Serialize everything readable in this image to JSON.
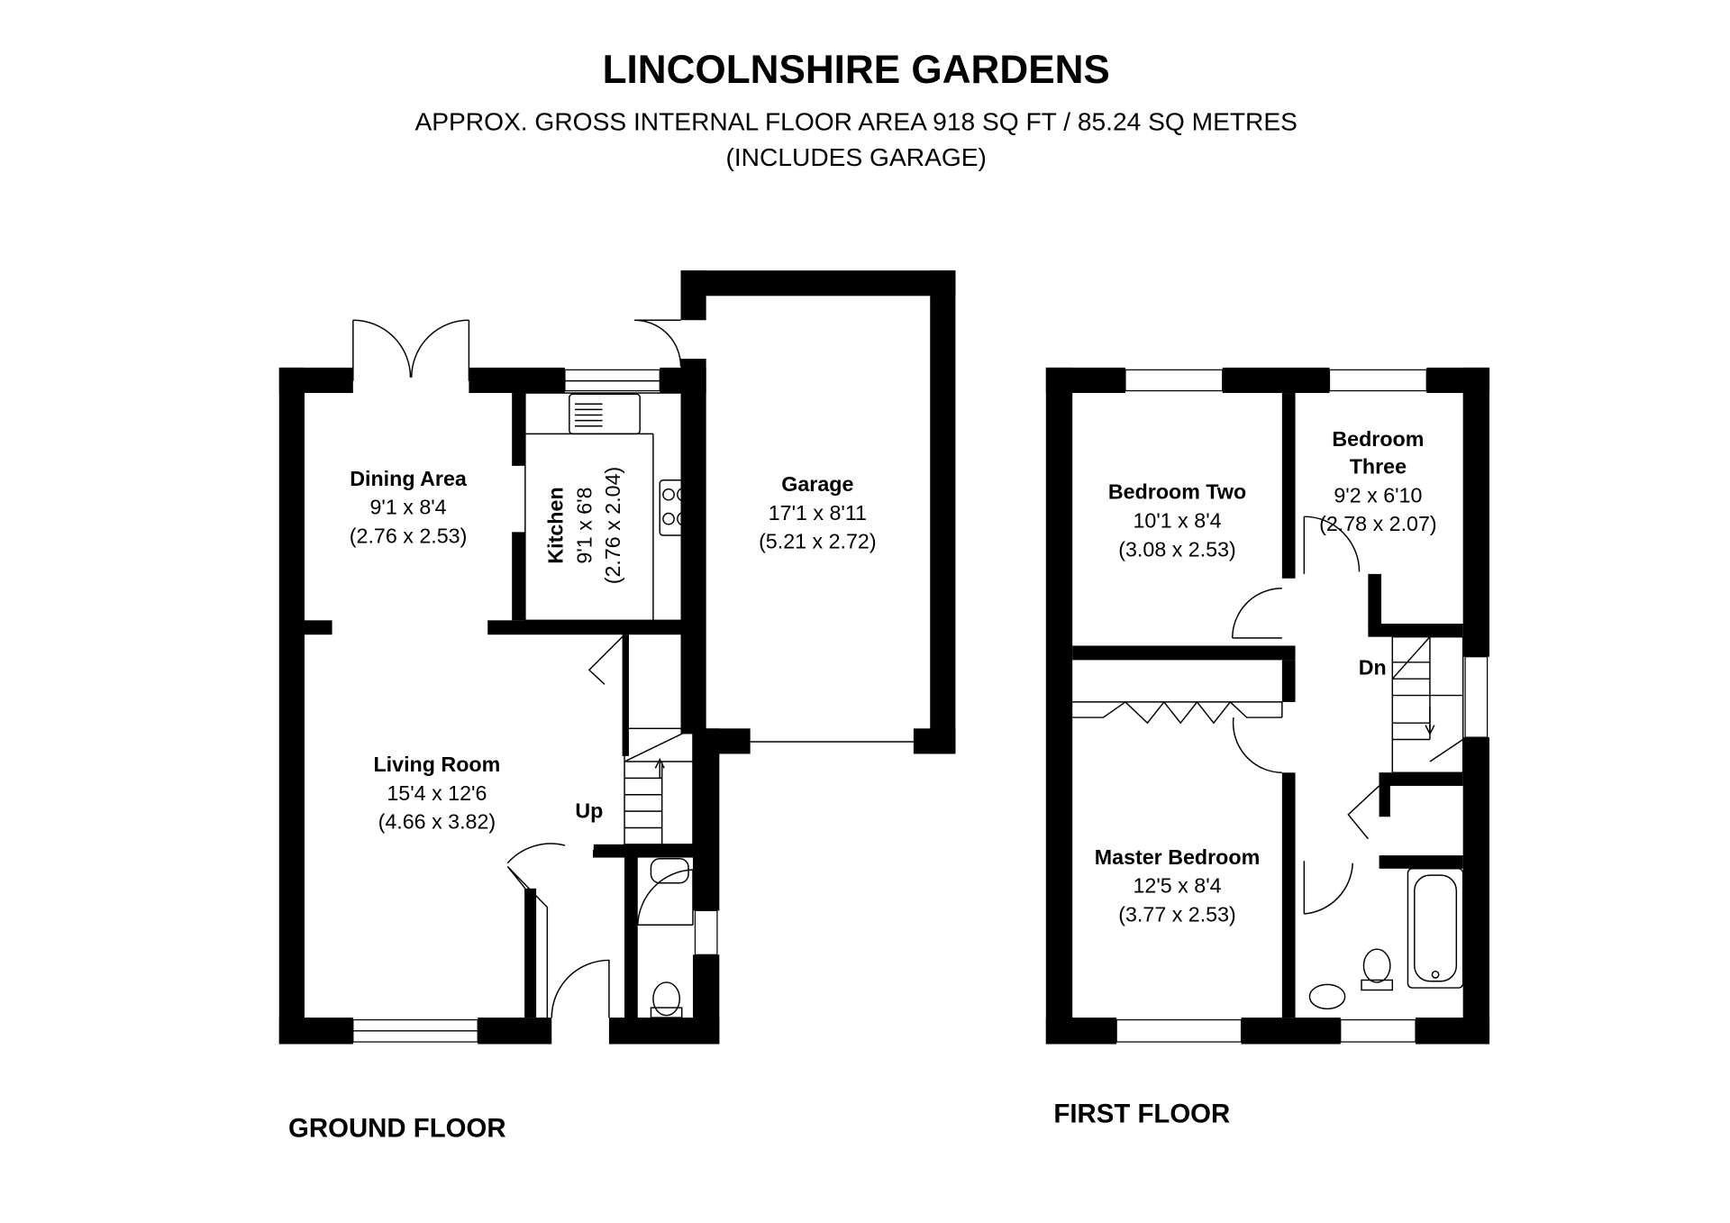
{
  "title": "LINCOLNSHIRE GARDENS",
  "subtitle": "APPROX. GROSS INTERNAL FLOOR AREA 918 SQ FT / 85.24 SQ METRES",
  "subtitle2": "(INCLUDES GARAGE)",
  "ground_floor": {
    "label": "GROUND FLOOR",
    "stairs_label": "Up",
    "rooms": [
      {
        "name": "Dining Area",
        "imperial": "9'1 x 8'4",
        "metric": "(2.76 x 2.53)"
      },
      {
        "name": "Kitchen",
        "imperial": "9'1 x 6'8",
        "metric": "(2.76 x 2.04)"
      },
      {
        "name": "Garage",
        "imperial": "17'1 x 8'11",
        "metric": "(5.21 x 2.72)"
      },
      {
        "name": "Living Room",
        "imperial": "15'4 x 12'6",
        "metric": "(4.66 x 3.82)"
      }
    ]
  },
  "first_floor": {
    "label": "FIRST FLOOR",
    "stairs_label": "Dn",
    "rooms": [
      {
        "name": "Bedroom Two",
        "imperial": "10'1 x 8'4",
        "metric": "(3.08 x 2.53)"
      },
      {
        "name": "Bedroom",
        "name2": "Three",
        "imperial": "9'2 x 6'10",
        "metric": "(2.78 x 2.07)"
      },
      {
        "name": "Master Bedroom",
        "imperial": "12'5 x 8'4",
        "metric": "(3.77 x 2.53)"
      }
    ]
  }
}
